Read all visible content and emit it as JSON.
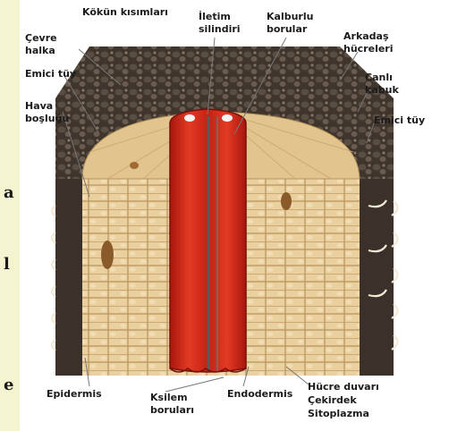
{
  "diagram": {
    "labels": {
      "kokun_kisimlari": "Kökün kısımları",
      "iletim_silindiri_1": "İletim",
      "iletim_silindiri_2": "silindiri",
      "kalburlu_1": "Kalburlu",
      "kalburlu_2": "borular",
      "cevre_halka_1": "Çevre",
      "cevre_halka_2": "halka",
      "emici_tuy_left": "Emici tüy",
      "hava_1": "Hava",
      "hava_2": "boşluğu",
      "arkadas_1": "Arkadaş",
      "arkadas_2": "hücreleri",
      "canli_1": "Canlı",
      "canli_2": "kabuk",
      "emici_tuy_right": "Emici tüy",
      "epidermis": "Epidermis",
      "ksilem_1": "Ksilem",
      "ksilem_2": "boruları",
      "endodermis": "Endodermis",
      "hucre_duvari": "Hücre duvarı",
      "cekirdek": "Çekirdek",
      "sitoplazma": "Sitoplazma"
    },
    "edge_letters": [
      "a",
      "l",
      "e"
    ]
  },
  "colors": {
    "soil": "#4a3f36",
    "cortex": "#e7cc9a",
    "cylinder": "#d12a1a",
    "epidermis_dark": "#3b302a"
  }
}
